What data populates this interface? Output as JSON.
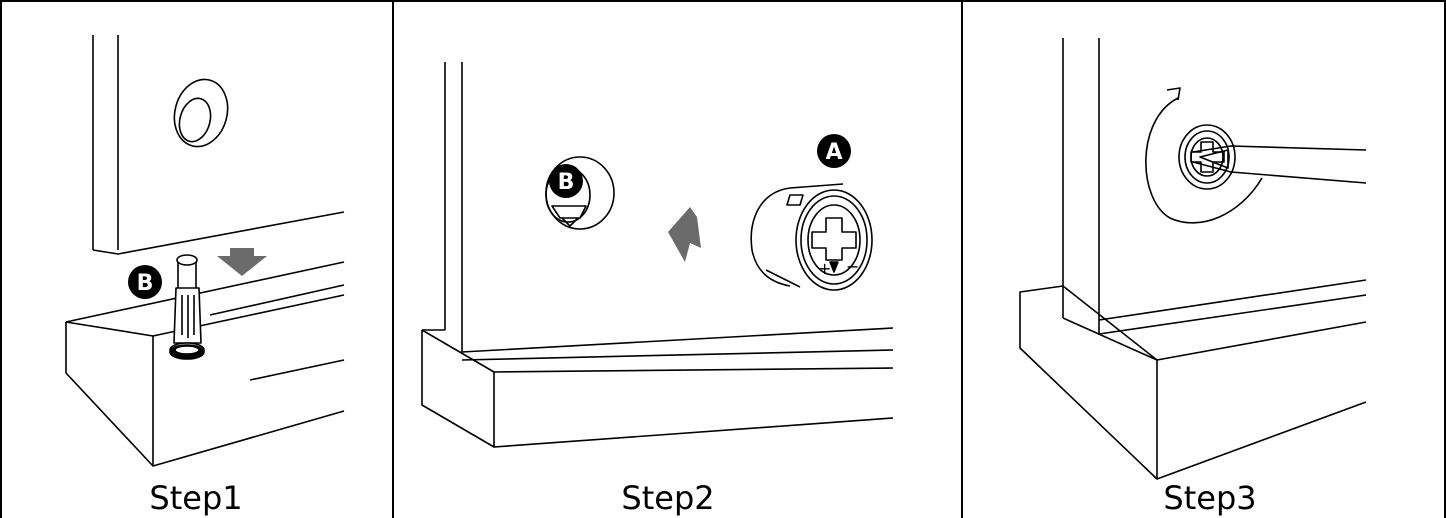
{
  "steps": [
    {
      "label": "Step1",
      "badge": "B"
    },
    {
      "label": "Step2",
      "badges": [
        "B",
        "A"
      ]
    },
    {
      "label": "Step3"
    }
  ],
  "colors": {
    "line": "#000000",
    "arrow": "#6b6b6b",
    "background": "#ffffff"
  }
}
